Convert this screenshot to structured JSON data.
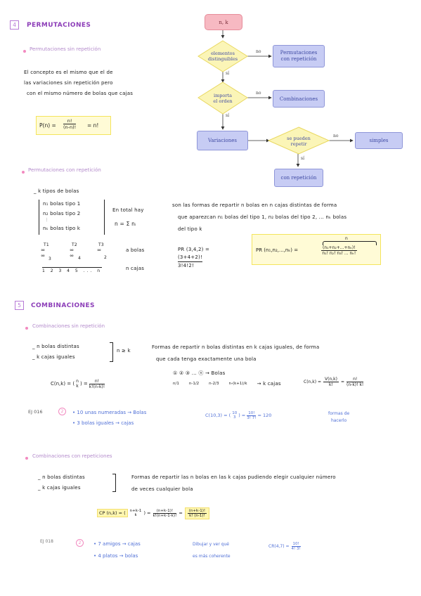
{
  "s4": {
    "num": "4",
    "title": "PERMUTACIONES",
    "sub1": "Permutaciones sin repetición",
    "text1": [
      "El concepto es el mismo que el de",
      "las variaciones sin repetición pero",
      "con el mismo número de bolas que cajas"
    ],
    "formula1": {
      "lhs": "P(n) =",
      "num": "n!",
      "den": "(n-n)!",
      "rhs": "= n!"
    },
    "sub2": "Permutaciones con repetición",
    "ktipos": "_ k tipos de bolas",
    "tipos": [
      "n₁ bolas tipo 1",
      "n₂ bolas tipo 2",
      "⋮",
      "nₖ bolas tipo k"
    ],
    "total_label": "En total hay",
    "total_formula": "n = Σ nᵢ",
    "desc": [
      "son las formas de repartir n bolas en n cajas distintas de forma",
      "que aparezcan n₁ bolas del tipo 1, n₂ bolas del tipo 2, ... nₖ bolas",
      "del tipo k"
    ],
    "types_head": [
      "T1",
      "T2",
      "T3"
    ],
    "types_counts": [
      "3",
      "4",
      "2"
    ],
    "a_bolas": "a bolas",
    "slots": "1  2  3  4  5 ...  n",
    "n_cajas": "n cajas",
    "pr_example": [
      "PR (3,4,2) =",
      "(3+4+2)!",
      "3!4!2!"
    ],
    "pr_formula": {
      "lhs": "PR (n₁,n₂,...,nₖ) =",
      "over": "n",
      "num": "(n₁+n₂+...+nₖ)!",
      "den": "n₁! n₂! n₃! ... nₖ!"
    }
  },
  "flow": {
    "start": "n, k",
    "q1": [
      "elementos",
      "distinguibles"
    ],
    "q2": [
      "importa",
      "el orden"
    ],
    "q3": [
      "se pueden",
      "repetir"
    ],
    "perm": [
      "Permutaciones",
      "con repetición"
    ],
    "comb": "Combinaciones",
    "var": "Variaciones",
    "simples": "simples",
    "conrep": "con repetición",
    "no": "no",
    "si": "sí"
  },
  "s5": {
    "num": "5",
    "title": "COMBINACIONES",
    "sub1": "Combinaciones sin repetición",
    "cond": [
      "_ n bolas distintas",
      "_ k cajas iguales"
    ],
    "ngek": "n ≥ k",
    "desc": [
      "Formas de repartir n bolas distintas en k cajas iguales, de forma",
      "que cada tenga exactamente una bola"
    ],
    "formula": {
      "lhs": "C(n,k) = (",
      "top": "n",
      "bot": "k",
      "mid": ") =",
      "num": "n!",
      "den": "k!(n-k)!"
    },
    "balls_row": "① ② ③ ... ⓝ → Bolas",
    "slots_row": [
      "n/1",
      "n-1/2",
      "n-2/3",
      "n-(k+1)/k"
    ],
    "k_cajas": "→ k cajas",
    "cv": {
      "lhs": "C(n,k) =",
      "num1": "V(n,k)",
      "den1": "k!",
      "num2": "n!",
      "den2": "(n-k)! k!"
    },
    "ej16_label": "EJ 016",
    "ej16_num": "2",
    "ej16_items": [
      "10 unas numeradas → Bolas",
      "3 bolas iguales → cajas"
    ],
    "ej16_calc": {
      "lhs": "C(10,3) = (",
      "top": "10",
      "bot": "3",
      "mid": ") =",
      "num": "10!",
      "den": "3! 7!",
      "res": "= 120",
      "unit1": "formas de",
      "unit2": "hacerlo"
    },
    "sub2": "Combinaciones con repeticiones",
    "cond2": [
      "_ n bolas distintas",
      "_ k cajas iguales"
    ],
    "desc2": [
      "Formas de repartir las n bolas en las k cajas pudiendo elegir cualquier número",
      "de veces cualquier bola"
    ],
    "cp": {
      "lhs": "CP (n,k) = (",
      "top": "n+k-1",
      "bot": "k",
      "mid": ") =",
      "num": "(n+k-1)!",
      "den": "k!(n+k-1-k)!",
      "eq": "=",
      "num2": "(n+k-1)!",
      "den2": "k! (n-1)!"
    },
    "ej18_label": "EJ 018",
    "ej18_num": "2",
    "ej18_items": [
      "7 amigos → cajas",
      "4 platos → bolas"
    ],
    "ej18_note": [
      "Dibujar y ver qué",
      "es más coherente"
    ],
    "ej18_calc": {
      "lhs": "CR(4,7) =",
      "num": "10!",
      "den": "4! 3!"
    }
  },
  "colors": {
    "accent": "#8c3db8",
    "highlight": "#f4e45c",
    "flow_fill": "#c7ccf4",
    "start_fill": "#f7b9c2",
    "diamond_fill": "#fbf5b7",
    "bullet": "#f28ac0"
  }
}
